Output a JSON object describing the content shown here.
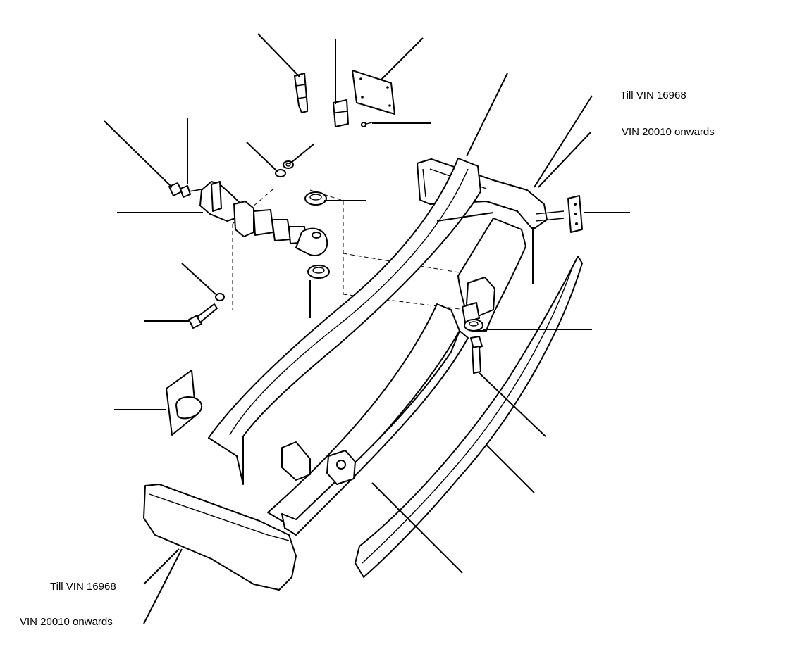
{
  "labels": {
    "right_top": "Till VIN 16968",
    "right_bottom": "VIN 20010 onwards",
    "left_top": "Till VIN 16968",
    "left_bottom": "VIN 20010 onwards"
  }
}
